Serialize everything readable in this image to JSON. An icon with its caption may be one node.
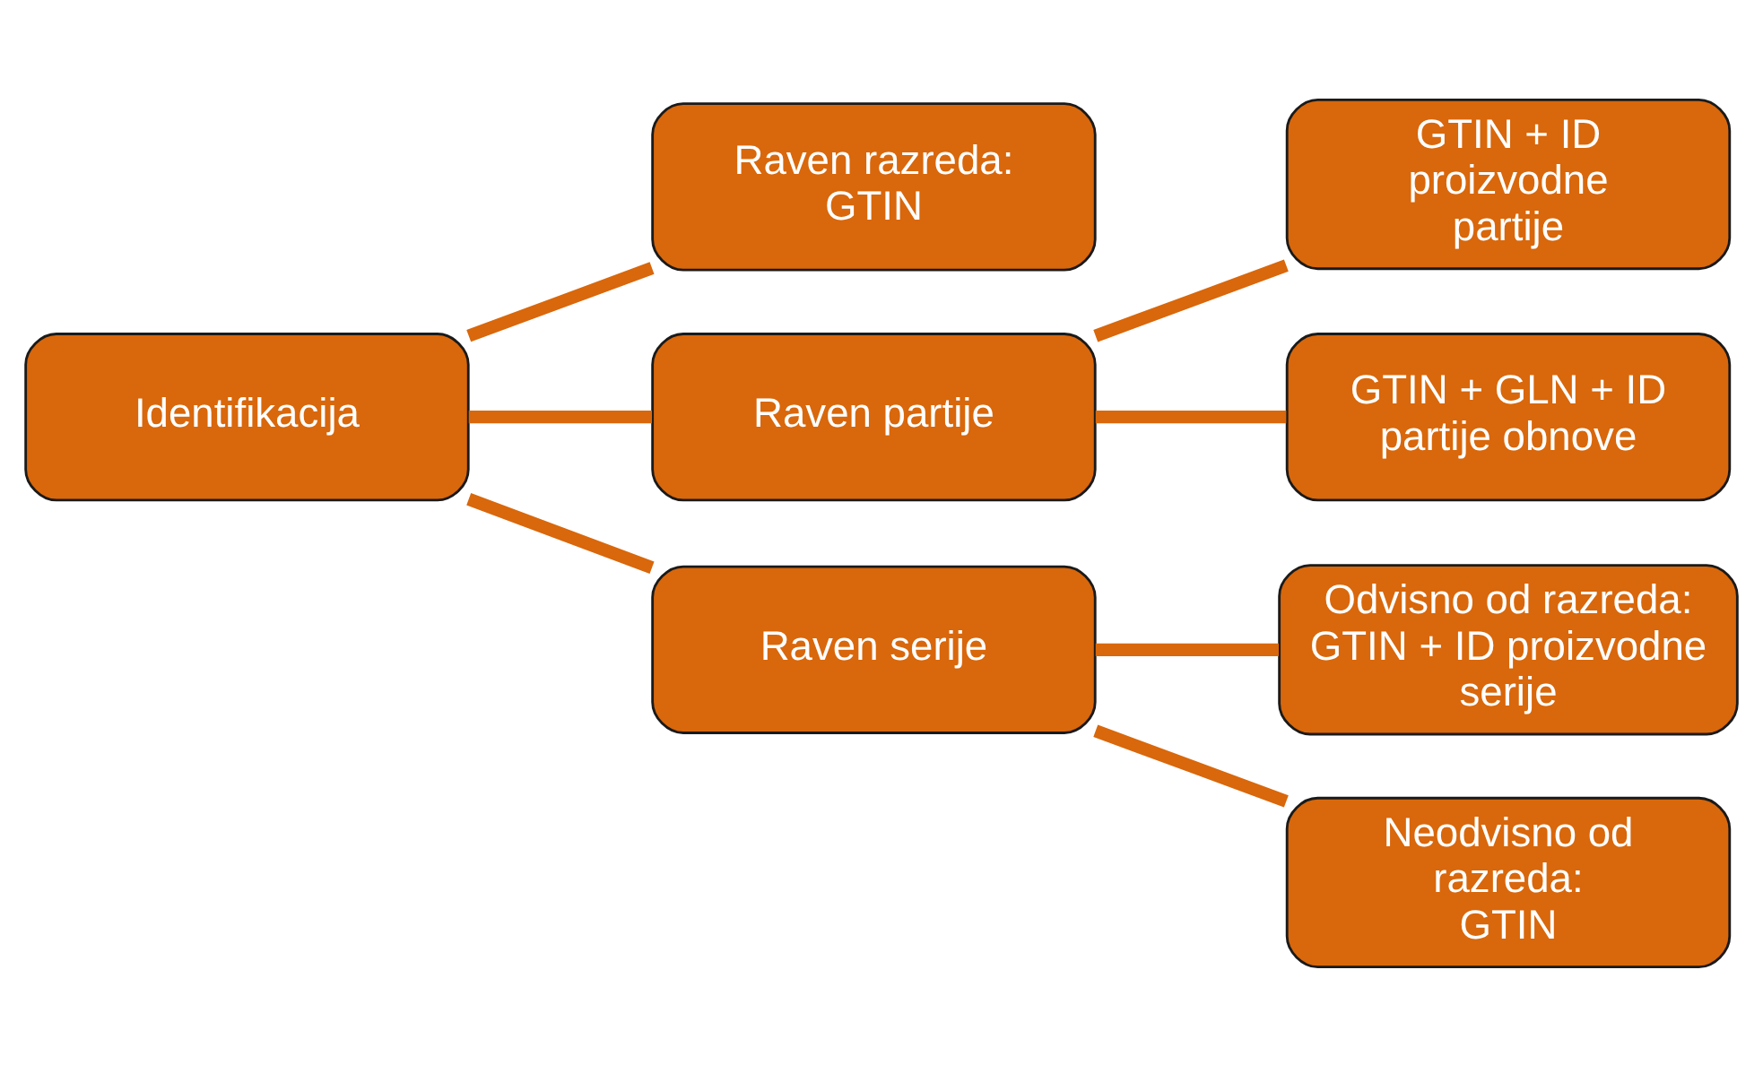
{
  "diagram": {
    "nodes": [
      {
        "text": [
          "Identifikacija"
        ]
      },
      {
        "text": [
          "Raven razreda: GTIN"
        ]
      },
      {
        "text": [
          "Raven partije"
        ]
      },
      {
        "text": [
          "Raven serije"
        ]
      },
      {
        "text": [
          "GTIN + ID proizvodne partije"
        ]
      },
      {
        "text": [
          "GTIN + GLN + ID partije obnove"
        ]
      },
      {
        "text": [
          "Odvisno od razreda: GTIN + ID proizvodne serije"
        ]
      },
      {
        "text": [
          "Neodvisno od razreda: GTIN"
        ]
      }
    ],
    "edges": [
      {
        "from": 0,
        "to": 1,
        "arrow": "none"
      },
      {
        "from": 0,
        "to": 2,
        "arrow": "none"
      },
      {
        "from": 0,
        "to": 3,
        "arrow": "none"
      },
      {
        "from": 2,
        "to": 4,
        "arrow": "none"
      },
      {
        "from": 2,
        "to": 5,
        "arrow": "none"
      },
      {
        "from": 3,
        "to": 6,
        "arrow": "none"
      },
      {
        "from": 3,
        "to": 7,
        "arrow": "none"
      }
    ]
  }
}
